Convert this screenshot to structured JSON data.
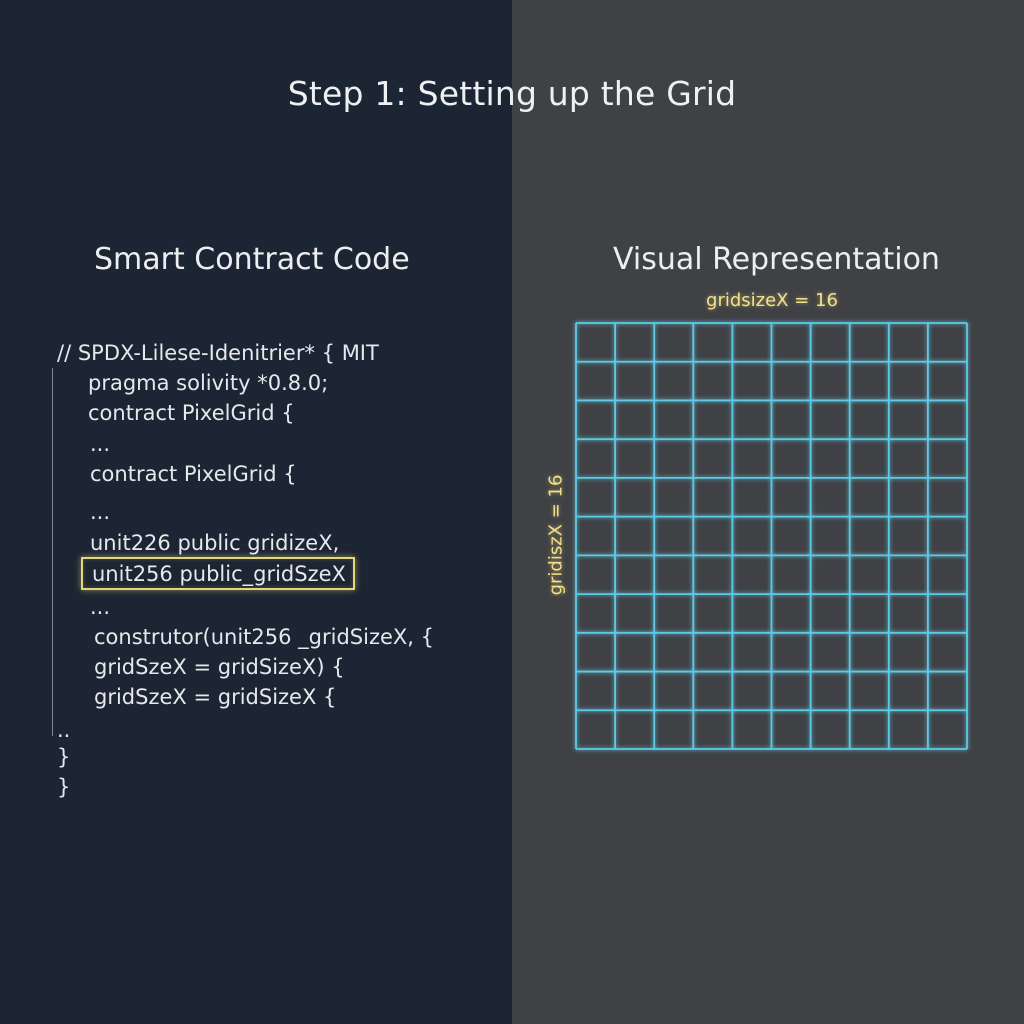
{
  "title": "Step 1: Setting up the Grid",
  "left_panel": {
    "heading": "Smart Contract Code",
    "code_lines": [
      "// SPDX-Lilese-Idenitrier* { MIT",
      "pragma solivity *0.8.0;",
      "contract PixelGrid {",
      "...",
      "contract PixelGrid {",
      "...",
      "unit226 public gridizeX,",
      "unit256 public_gridSzeX",
      "...",
      "construtor(unit256 _gridSizeX, {",
      "gridSzeX = gridSizeX) {",
      "gridSzeX = gridSizeX {",
      "..",
      "}",
      "}"
    ],
    "highlighted_line": "unit256 public_gridSzeX"
  },
  "right_panel": {
    "heading": "Visual Representation",
    "x_label": "gridsizeX = 16",
    "y_label": "gridiszX = 16",
    "grid": {
      "columns": 10,
      "rows": 11,
      "line_color": "#5fc9e4",
      "glow_color": "#7ad8f0"
    }
  },
  "colors": {
    "left_background": "#1c2533",
    "right_background": "#3f4145",
    "highlight_border": "#e5d67e",
    "label_accent": "#f2e08a"
  }
}
